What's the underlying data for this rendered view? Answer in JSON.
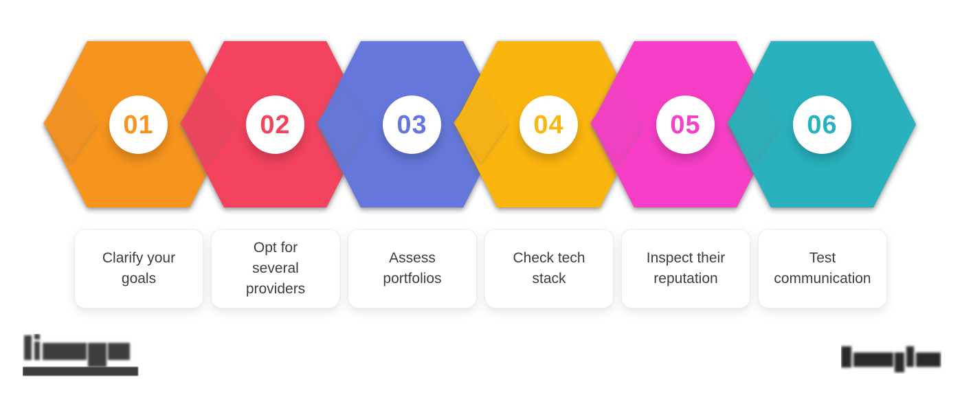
{
  "title": "Six-step hexagon process infographic",
  "steps": [
    {
      "number": "01",
      "color": "#F7941E",
      "label": "Clarify your goals",
      "lines": [
        "Clarify your",
        "goals"
      ]
    },
    {
      "number": "02",
      "color": "#F4435E",
      "label": "Opt for several providers",
      "lines": [
        "Opt for",
        "several",
        "providers"
      ]
    },
    {
      "number": "03",
      "color": "#6577DA",
      "label": "Assess portfolios",
      "lines": [
        "Assess",
        "portfolios"
      ]
    },
    {
      "number": "04",
      "color": "#FBB50F",
      "label": "Check tech stack",
      "lines": [
        "Check tech",
        "stack"
      ]
    },
    {
      "number": "05",
      "color": "#F73EC6",
      "label": "Inspect their reputation",
      "lines": [
        "Inspect their",
        "reputation"
      ]
    },
    {
      "number": "06",
      "color": "#29B1BD",
      "label": "Test communication",
      "lines": [
        "Test",
        "communication"
      ]
    }
  ],
  "colors": {
    "background": "#FFFFFF",
    "card_text": "#3D3D3D",
    "circle_bg": "#FFFFFF",
    "hex_shadow": "#6E6E6E"
  },
  "footer": {
    "logo_icon": "blurred-logo",
    "logo_color": "#3E3E3E",
    "watermark_icon": "blurred-watermark",
    "watermark_color": "#2B2B2B"
  }
}
